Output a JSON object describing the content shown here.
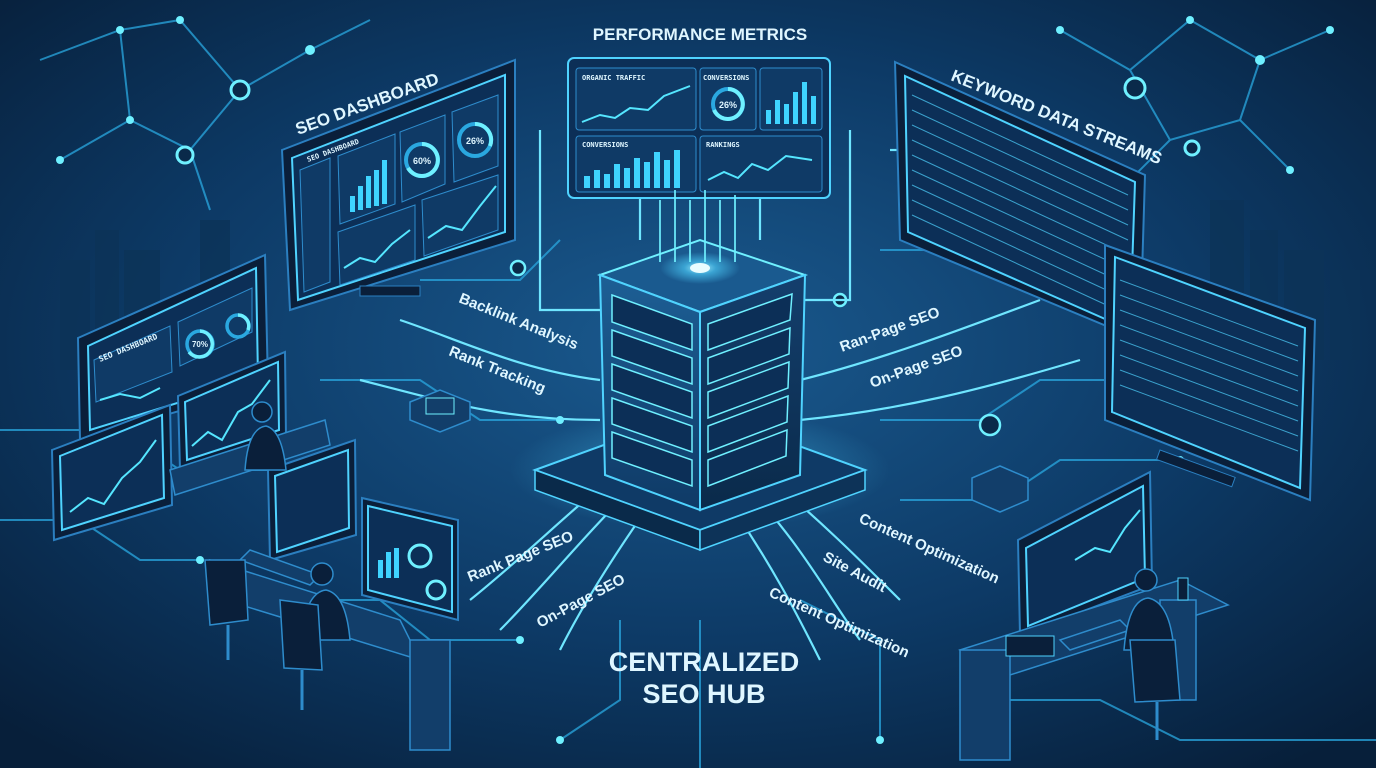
{
  "labels": {
    "performance_metrics": "PERFORMANCE METRICS",
    "seo_dashboard_main": "SEO DASHBOARD",
    "keyword_data_streams": "KEYWORD DATA STREAMS",
    "backlink_analysis": "Backlink Analysis",
    "rank_tracking": "Rank Tracking",
    "ran_page_seo": "Ran-Page SEO",
    "on_page_seo_right": "On-Page SEO",
    "rank_page_seo": "Rank Page SEO",
    "on_page_seo_bottom": "On-Page SEO",
    "content_optimization_right": "Content Optimization",
    "site_audit": "Site Audit",
    "content_optimization_bottom": "Content Optimization",
    "hub_title_line1": "CENTRALIZED",
    "hub_title_line2": "SEO HUB"
  },
  "metrics_panel": {
    "organic_traffic": "ORGANIC TRAFFIC",
    "conversions_top": "CONVERSIONS",
    "conversions_gauge": "26%",
    "conversions_bottom": "CONVERSIONS",
    "rankings": "RANKINGS"
  },
  "seo_dashboard_screen": {
    "title": "SEO DASHBOARD",
    "gauge_a": "60%",
    "gauge_b": "26%"
  },
  "left_dashboard_screen": {
    "title": "SEO DASHBOARD",
    "gauge_a": "70%"
  },
  "colors": {
    "background": "#0a2a4a",
    "accent": "#4fd3ff",
    "glow": "#6ff0ff"
  },
  "icons": [
    "server-tower-icon",
    "network-node-icon",
    "chart-bar-icon",
    "gauge-icon",
    "person-icon",
    "chair-icon"
  ]
}
